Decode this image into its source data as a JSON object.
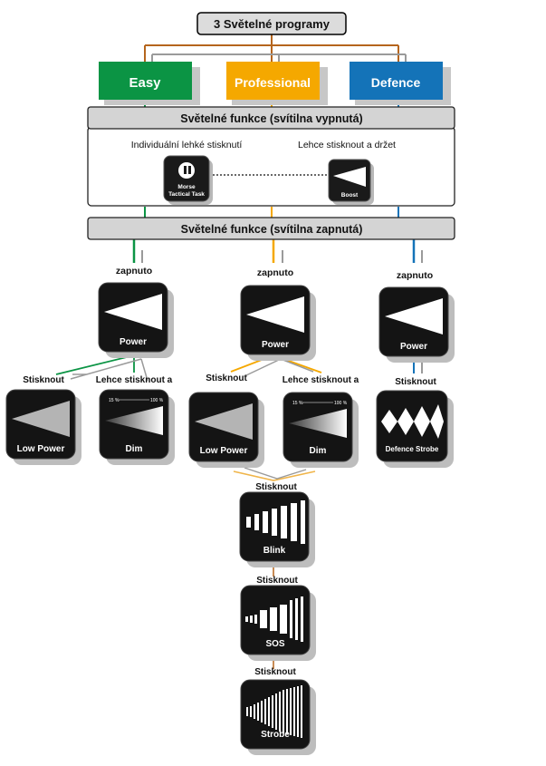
{
  "title": "3 Světelné programy",
  "programs": [
    {
      "label": "Easy",
      "color": "#0b9444"
    },
    {
      "label": "Professional",
      "color": "#f5a800"
    },
    {
      "label": "Defence",
      "color": "#1473b8"
    }
  ],
  "off_section": {
    "title": "Světelné funkce (svítilna vypnutá)",
    "left_caption": "Individuální lehké stisknutí",
    "right_caption": "Lehce stisknout a držet",
    "left_icon": {
      "line1": "Morse",
      "line2": "Tactical Task"
    },
    "right_icon": {
      "label": "Boost"
    }
  },
  "on_section": {
    "title": "Světelné funkce (svítilna zapnutá)"
  },
  "columns": {
    "easy": {
      "on_label": "zapnuto",
      "power": "Power",
      "press": "Stisknout",
      "press_hold": "Lehce stisknout a",
      "low": "Low Power",
      "dim": "Dim",
      "dim_min": "15 %",
      "dim_max": "100 %"
    },
    "professional": {
      "on_label": "zapnuto",
      "power": "Power",
      "press": "Stisknout",
      "press_hold": "Lehce stisknout a",
      "low": "Low Power",
      "dim": "Dim",
      "dim_min": "15 %",
      "dim_max": "100 %"
    },
    "defence": {
      "on_label": "zapnuto",
      "power": "Power",
      "press": "Stisknout",
      "strobe": "Defence Strobe"
    }
  },
  "sequence": [
    {
      "press": "Stisknout",
      "label": "Blink"
    },
    {
      "press": "Stisknout",
      "label": "SOS"
    },
    {
      "press": "Stisknout",
      "label": "Strobe"
    }
  ],
  "colors": {
    "easy": "#0b9444",
    "professional": "#f5a800",
    "defence": "#1473b8",
    "connector": "#b5651d",
    "gray": "#9a9a9a",
    "band_fill": "#d4d4d4",
    "tile": "#141414"
  }
}
